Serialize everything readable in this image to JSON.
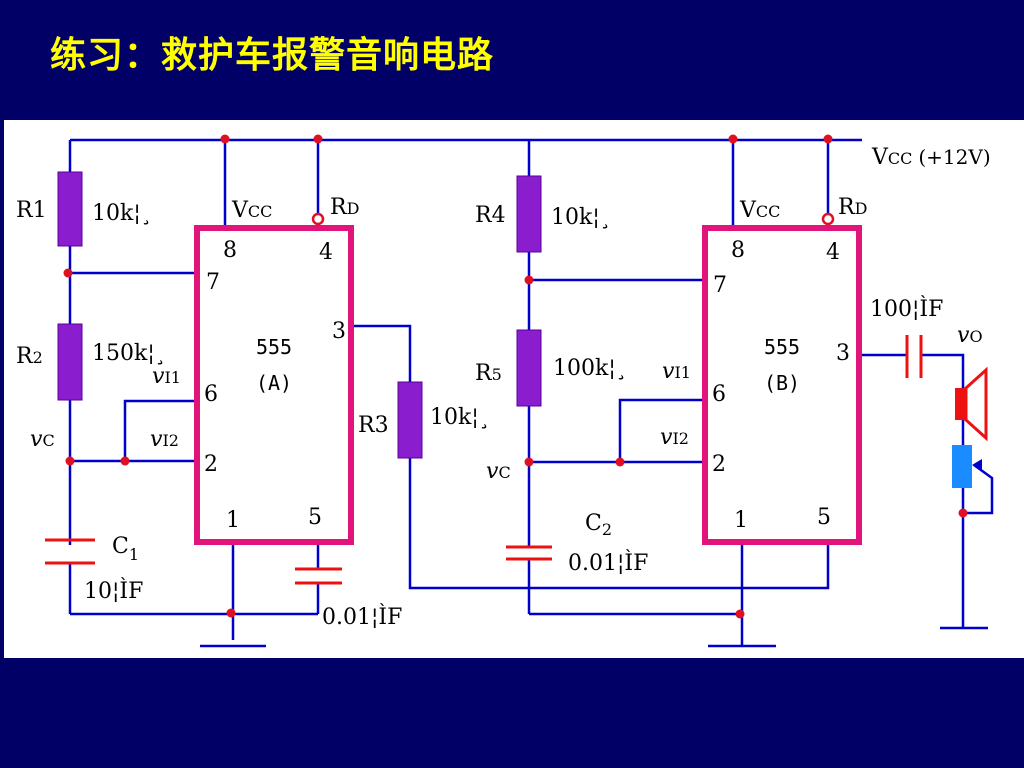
{
  "title": "练习：救护车报警音响电路",
  "supply": {
    "label": "V",
    "sub": "CC",
    "value": "(+12V)"
  },
  "chip_a": {
    "label": "555",
    "name": "(A)"
  },
  "chip_b": {
    "label": "555",
    "name": "(B)"
  },
  "pins": {
    "p1": "1",
    "p2": "2",
    "p3": "3",
    "p4": "4",
    "p5": "5",
    "p6": "6",
    "p7": "7",
    "p8": "8"
  },
  "pin_labels": {
    "vcc_main": "V",
    "vcc_sub": "CC",
    "rd_main": "R",
    "rd_sub": "D"
  },
  "components": {
    "r1": {
      "name": "R",
      "num": "1",
      "value": "10k¦¸"
    },
    "r2": {
      "name": "R",
      "num": "2",
      "value": "150k¦¸"
    },
    "r3": {
      "name": "R",
      "num": "3",
      "value": "10k¦¸"
    },
    "r4": {
      "name": "R",
      "num": "4",
      "value": "10k¦¸"
    },
    "r5": {
      "name": "R",
      "num": "5",
      "value": "100k¦¸"
    },
    "c1": {
      "name": "C",
      "num": "1",
      "value": "10¦ÌF"
    },
    "c2": {
      "name": "C",
      "num": "2",
      "value": "0.01¦ÌF"
    },
    "c_a5": {
      "value": "0.01¦ÌF"
    },
    "c_out": {
      "value": "100¦ÌF"
    }
  },
  "signals": {
    "vi1": {
      "main": "v",
      "sub": "I1"
    },
    "vi2": {
      "main": "v",
      "sub": "I2"
    },
    "vc": {
      "main": "v",
      "sub": "C"
    },
    "vo": {
      "main": "v",
      "sub": "O"
    }
  },
  "colors": {
    "background": "#000066",
    "title": "#ffff00",
    "wire": "#0000cc",
    "chip": "#e0147a",
    "resistor": "#8a1ecf",
    "capacitor": "#ee1111",
    "node": "#dd1122",
    "speaker": "#ee1111",
    "pot": "#1a8cff"
  }
}
